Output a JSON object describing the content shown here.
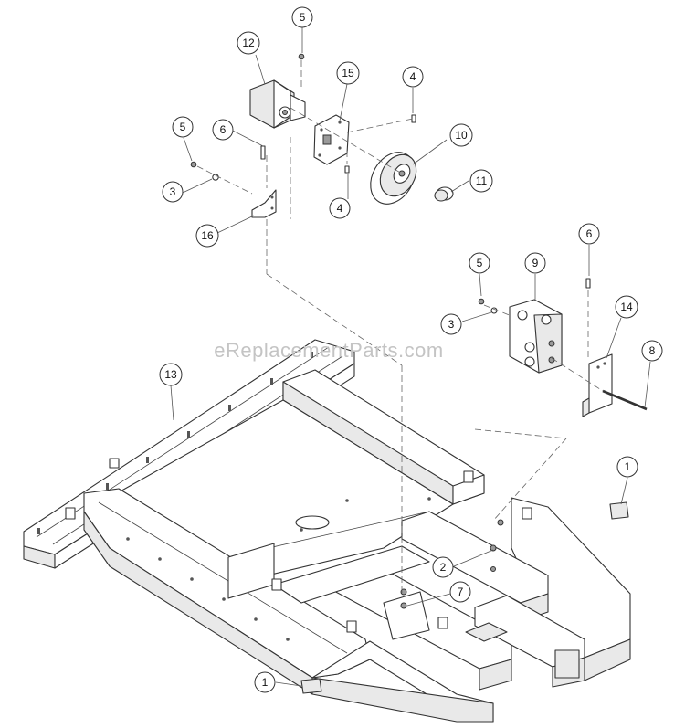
{
  "watermark": "eReplacementParts.com",
  "callouts": [
    {
      "id": "c5a",
      "label": "5"
    },
    {
      "id": "c12",
      "label": "12"
    },
    {
      "id": "c15",
      "label": "15"
    },
    {
      "id": "c4a",
      "label": "4"
    },
    {
      "id": "c5b",
      "label": "5"
    },
    {
      "id": "c6a",
      "label": "6"
    },
    {
      "id": "c10",
      "label": "10"
    },
    {
      "id": "c3a",
      "label": "3"
    },
    {
      "id": "c11",
      "label": "11"
    },
    {
      "id": "c4b",
      "label": "4"
    },
    {
      "id": "c16",
      "label": "16"
    },
    {
      "id": "c6b",
      "label": "6"
    },
    {
      "id": "c5c",
      "label": "5"
    },
    {
      "id": "c9",
      "label": "9"
    },
    {
      "id": "c14",
      "label": "14"
    },
    {
      "id": "c3b",
      "label": "3"
    },
    {
      "id": "c8",
      "label": "8"
    },
    {
      "id": "c13",
      "label": "13"
    },
    {
      "id": "c1a",
      "label": "1"
    },
    {
      "id": "c2",
      "label": "2"
    },
    {
      "id": "c7",
      "label": "7"
    },
    {
      "id": "c1b",
      "label": "1"
    }
  ]
}
